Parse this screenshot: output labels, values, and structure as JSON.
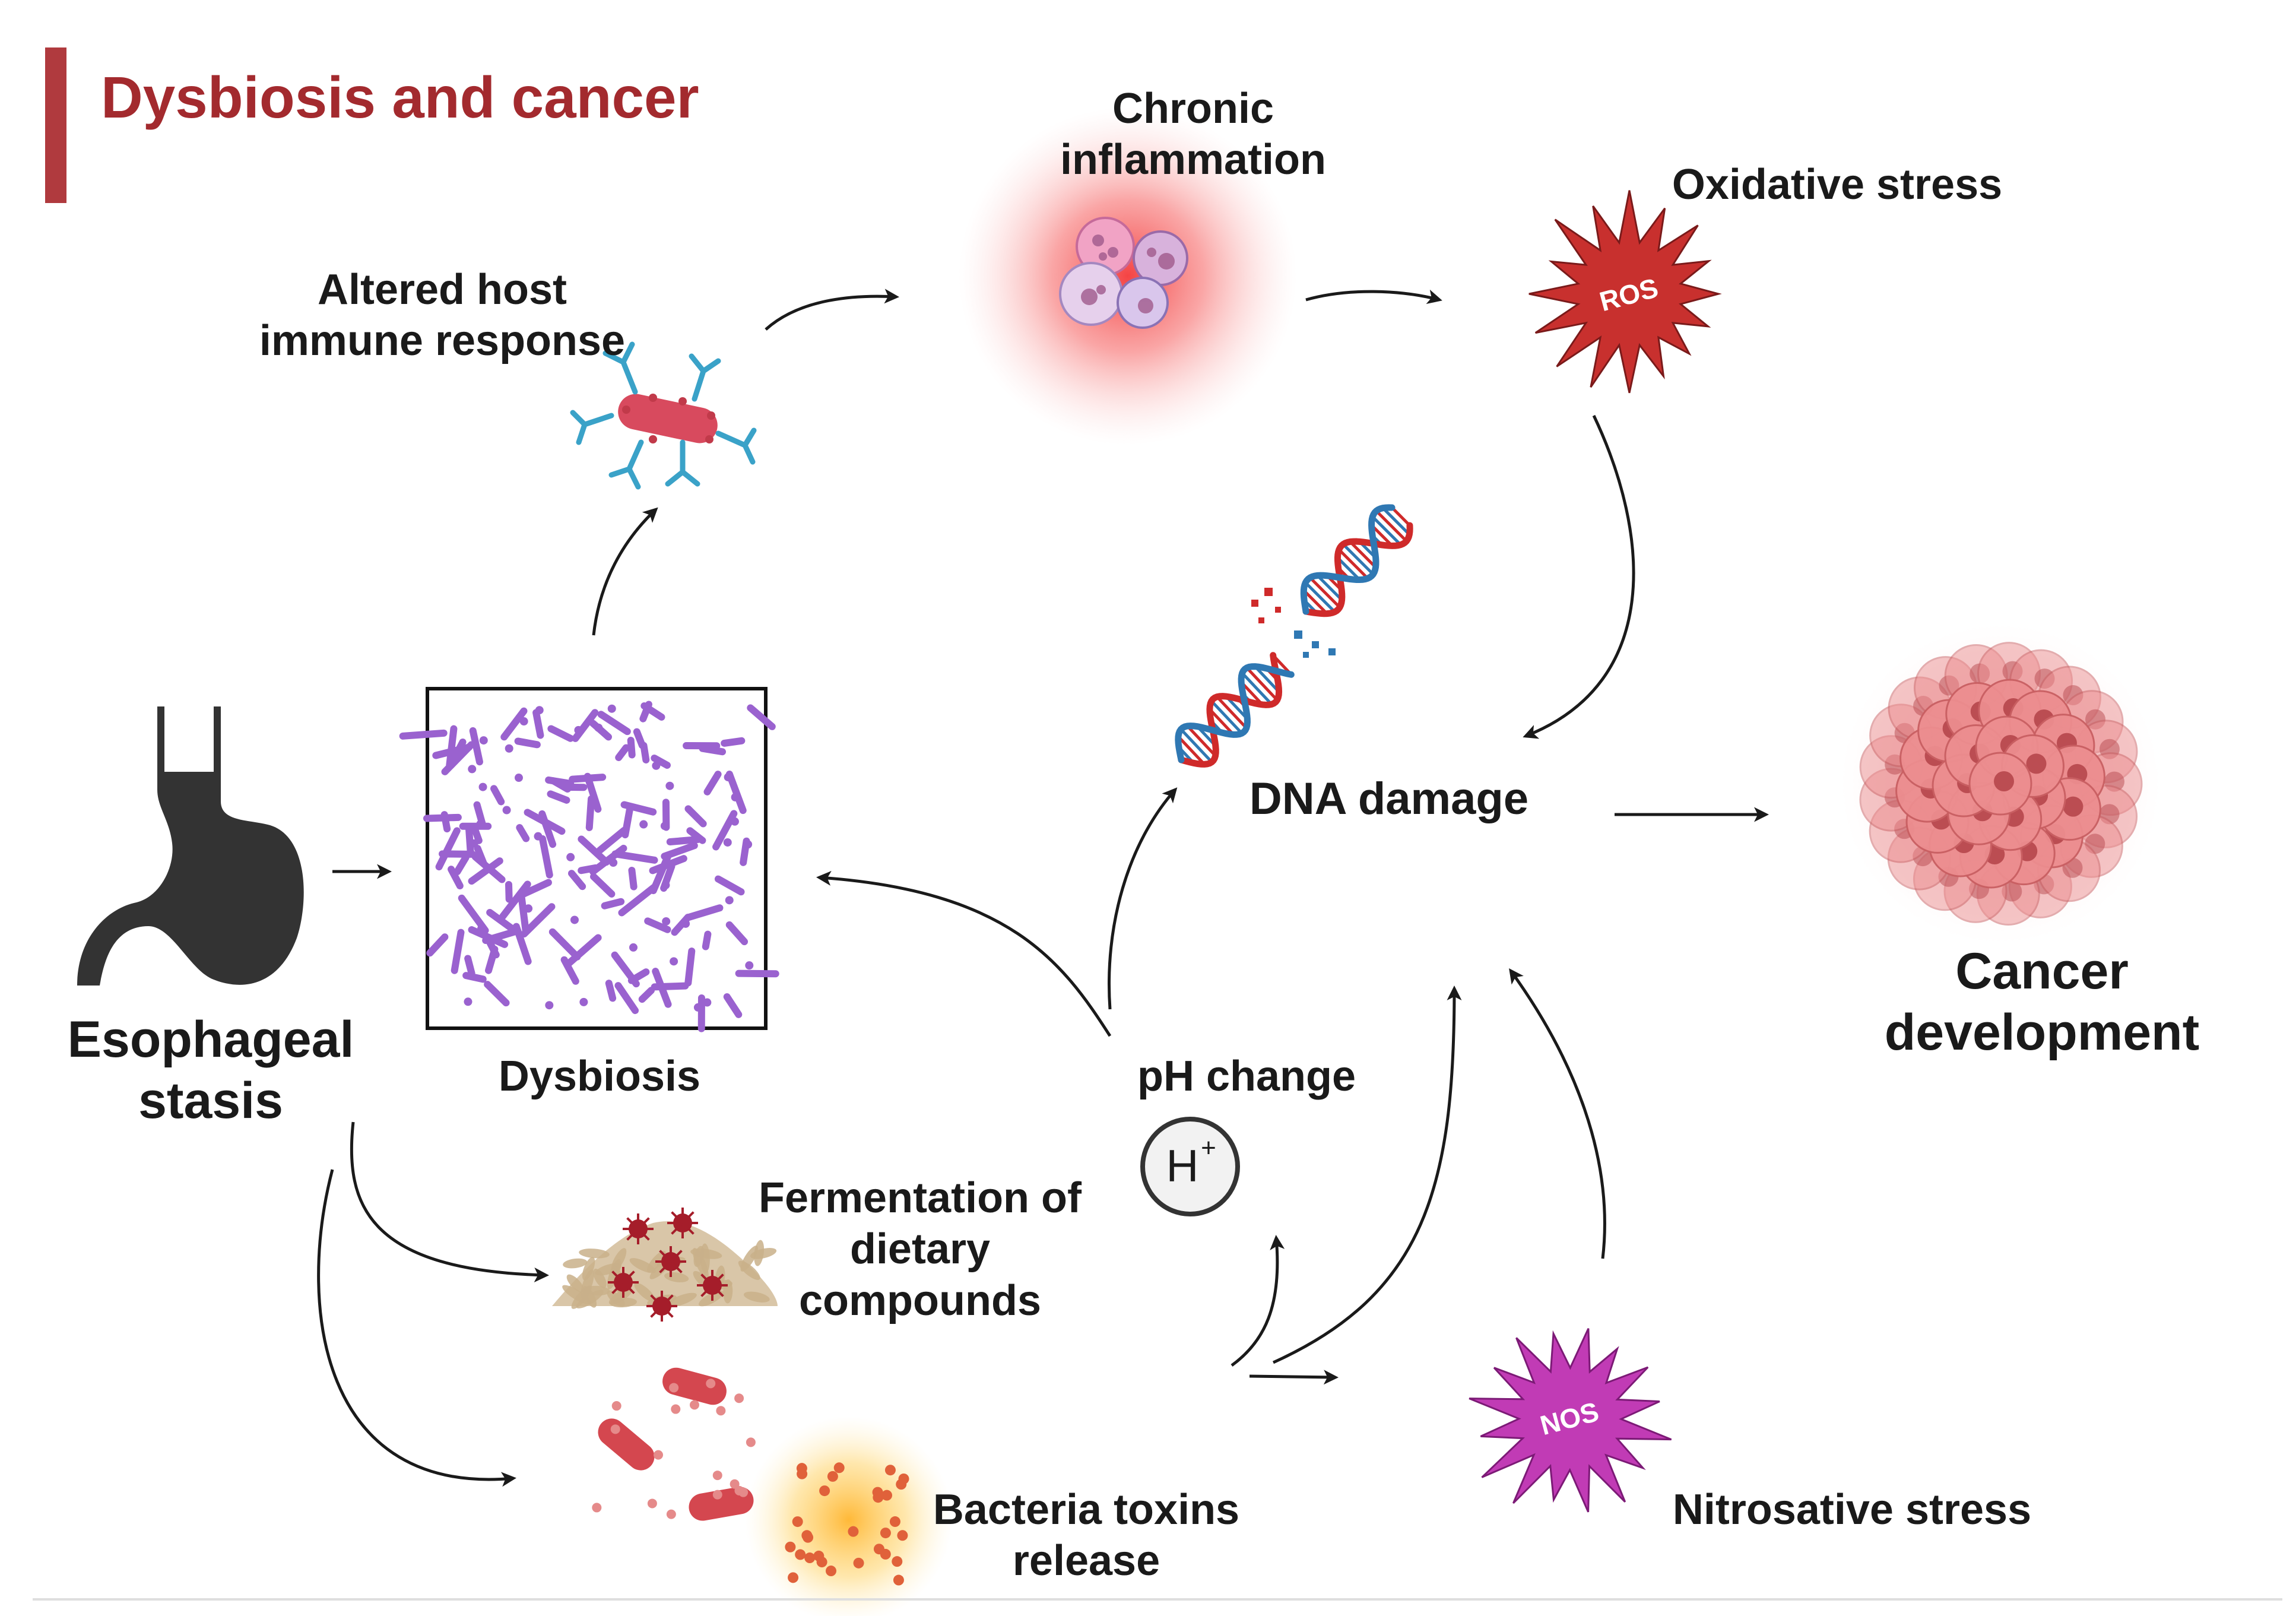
{
  "title": "Dysbiosis and cancer",
  "colors": {
    "title": "#a32a2e",
    "organ": "#333333",
    "bacteria": "#9a62cf",
    "inflammation": "#f04848",
    "ros": "#c8302e",
    "nos": "#c13bb5",
    "tumor": "#e77e80",
    "dna_red": "#cf2a2a",
    "dna_blue": "#2f78b3"
  },
  "nodes": {
    "esophageal_stasis": [
      "Esophageal",
      "stasis"
    ],
    "dysbiosis": "Dysbiosis",
    "altered_host": [
      "Altered host",
      "immune response"
    ],
    "chronic_inflammation": [
      "Chronic",
      "inflammation"
    ],
    "oxidative_stress": "Oxidative stress",
    "dna_damage": "DNA damage",
    "cancer_development": [
      "Cancer",
      "development"
    ],
    "ph_change": "pH change",
    "fermentation": [
      "Fermentation of",
      "dietary",
      "compounds"
    ],
    "bacteria_toxins": [
      "Bacteria toxins",
      "release"
    ],
    "nitrosative_stress": "Nitrosative stress"
  },
  "badges": {
    "ros": "ROS",
    "nos": "NOS",
    "h_plus": "H",
    "h_plus_sup": "+"
  },
  "icons": [
    "stomach-icon",
    "bacteria-field-icon",
    "antibody-bacterium-icon",
    "immune-cells-icon",
    "ros-burst-icon",
    "dna-helix-icon",
    "tumor-icon",
    "hydrogen-ion-icon",
    "fermentation-pile-icon",
    "bacteria-toxin-icon",
    "nos-burst-icon"
  ]
}
